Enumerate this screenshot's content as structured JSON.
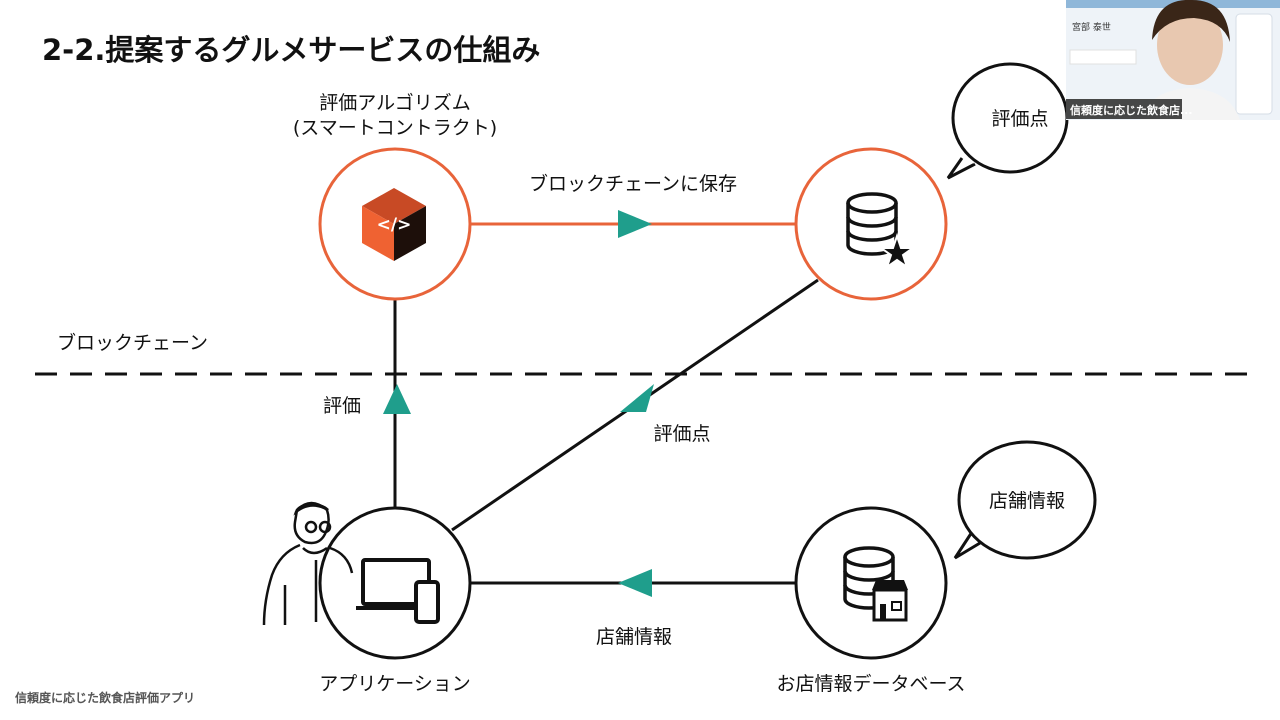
{
  "slide": {
    "title": "2-2.提案するグルメサービスの仕組み",
    "footer_caption": "信頼度に応じた飲食店評価アプリ",
    "zone_label": "ブロックチェーン"
  },
  "nodes": {
    "algorithm": {
      "label_line1": "評価アルゴリズム",
      "label_line2": "(スマートコントラクト)",
      "icon": "code-cube-icon"
    },
    "blockchain_db": {
      "bubble": "評価点",
      "icon": "database-star-icon"
    },
    "application": {
      "label": "アプリケーション",
      "icon": "laptop-phone-icon"
    },
    "store_db": {
      "label": "お店情報データベース",
      "bubble": "店舗情報",
      "icon": "database-store-icon"
    }
  },
  "edges": {
    "save": "ブロックチェーンに保存",
    "rating": "評価",
    "score": "評価点",
    "store_info": "店舗情報"
  },
  "colors": {
    "accent": "#e8643a",
    "arrow": "#1f9e8c",
    "line": "#111111"
  },
  "webcam": {
    "name": "宮部 泰世",
    "caption": "信頼度に応じた飲食店..."
  }
}
